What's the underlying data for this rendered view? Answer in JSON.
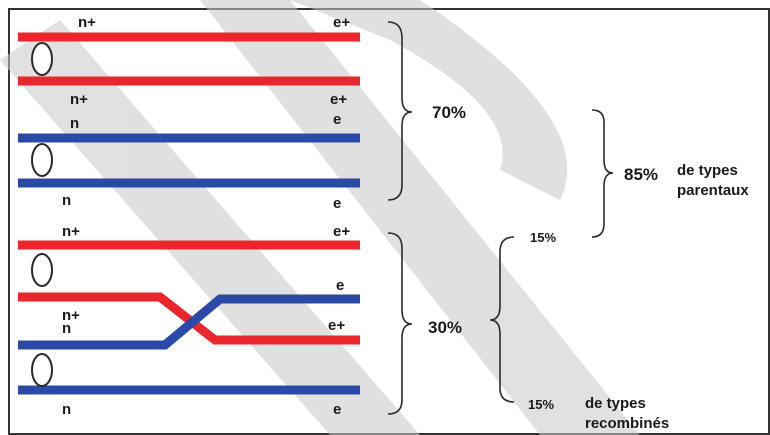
{
  "chromosomes": {
    "pair1_top": {
      "left": "n+",
      "right": "e+"
    },
    "pair1_bottom": {
      "left": "n+",
      "right": "e+"
    },
    "pair2_top": {
      "left": "n",
      "right": "e"
    },
    "pair2_bottom": {
      "left": "n",
      "right": "e"
    },
    "pair3_top": {
      "left": "n+",
      "right": "e+"
    },
    "pair3_right_e": "e",
    "pair4_left": {
      "top": "n+",
      "bottom": "n"
    },
    "pair4_right_eplus": "e+",
    "pair4_bottom": {
      "left": "n",
      "right": "e"
    }
  },
  "brackets": {
    "parental_pct": "70%",
    "recombination_pct": "30%",
    "total_parental_pct": "85%",
    "parental_caption_line1": "de types",
    "parental_caption_line2": "parentaux",
    "sub_top_pct": "15%",
    "sub_bottom_pct": "15%",
    "recombined_caption_line1": "de types",
    "recombined_caption_line2": "recombinés"
  },
  "colors": {
    "allele_dominant": "#e8262c",
    "allele_recessive": "#2b49a6",
    "watermark": "#c8c8c8"
  }
}
